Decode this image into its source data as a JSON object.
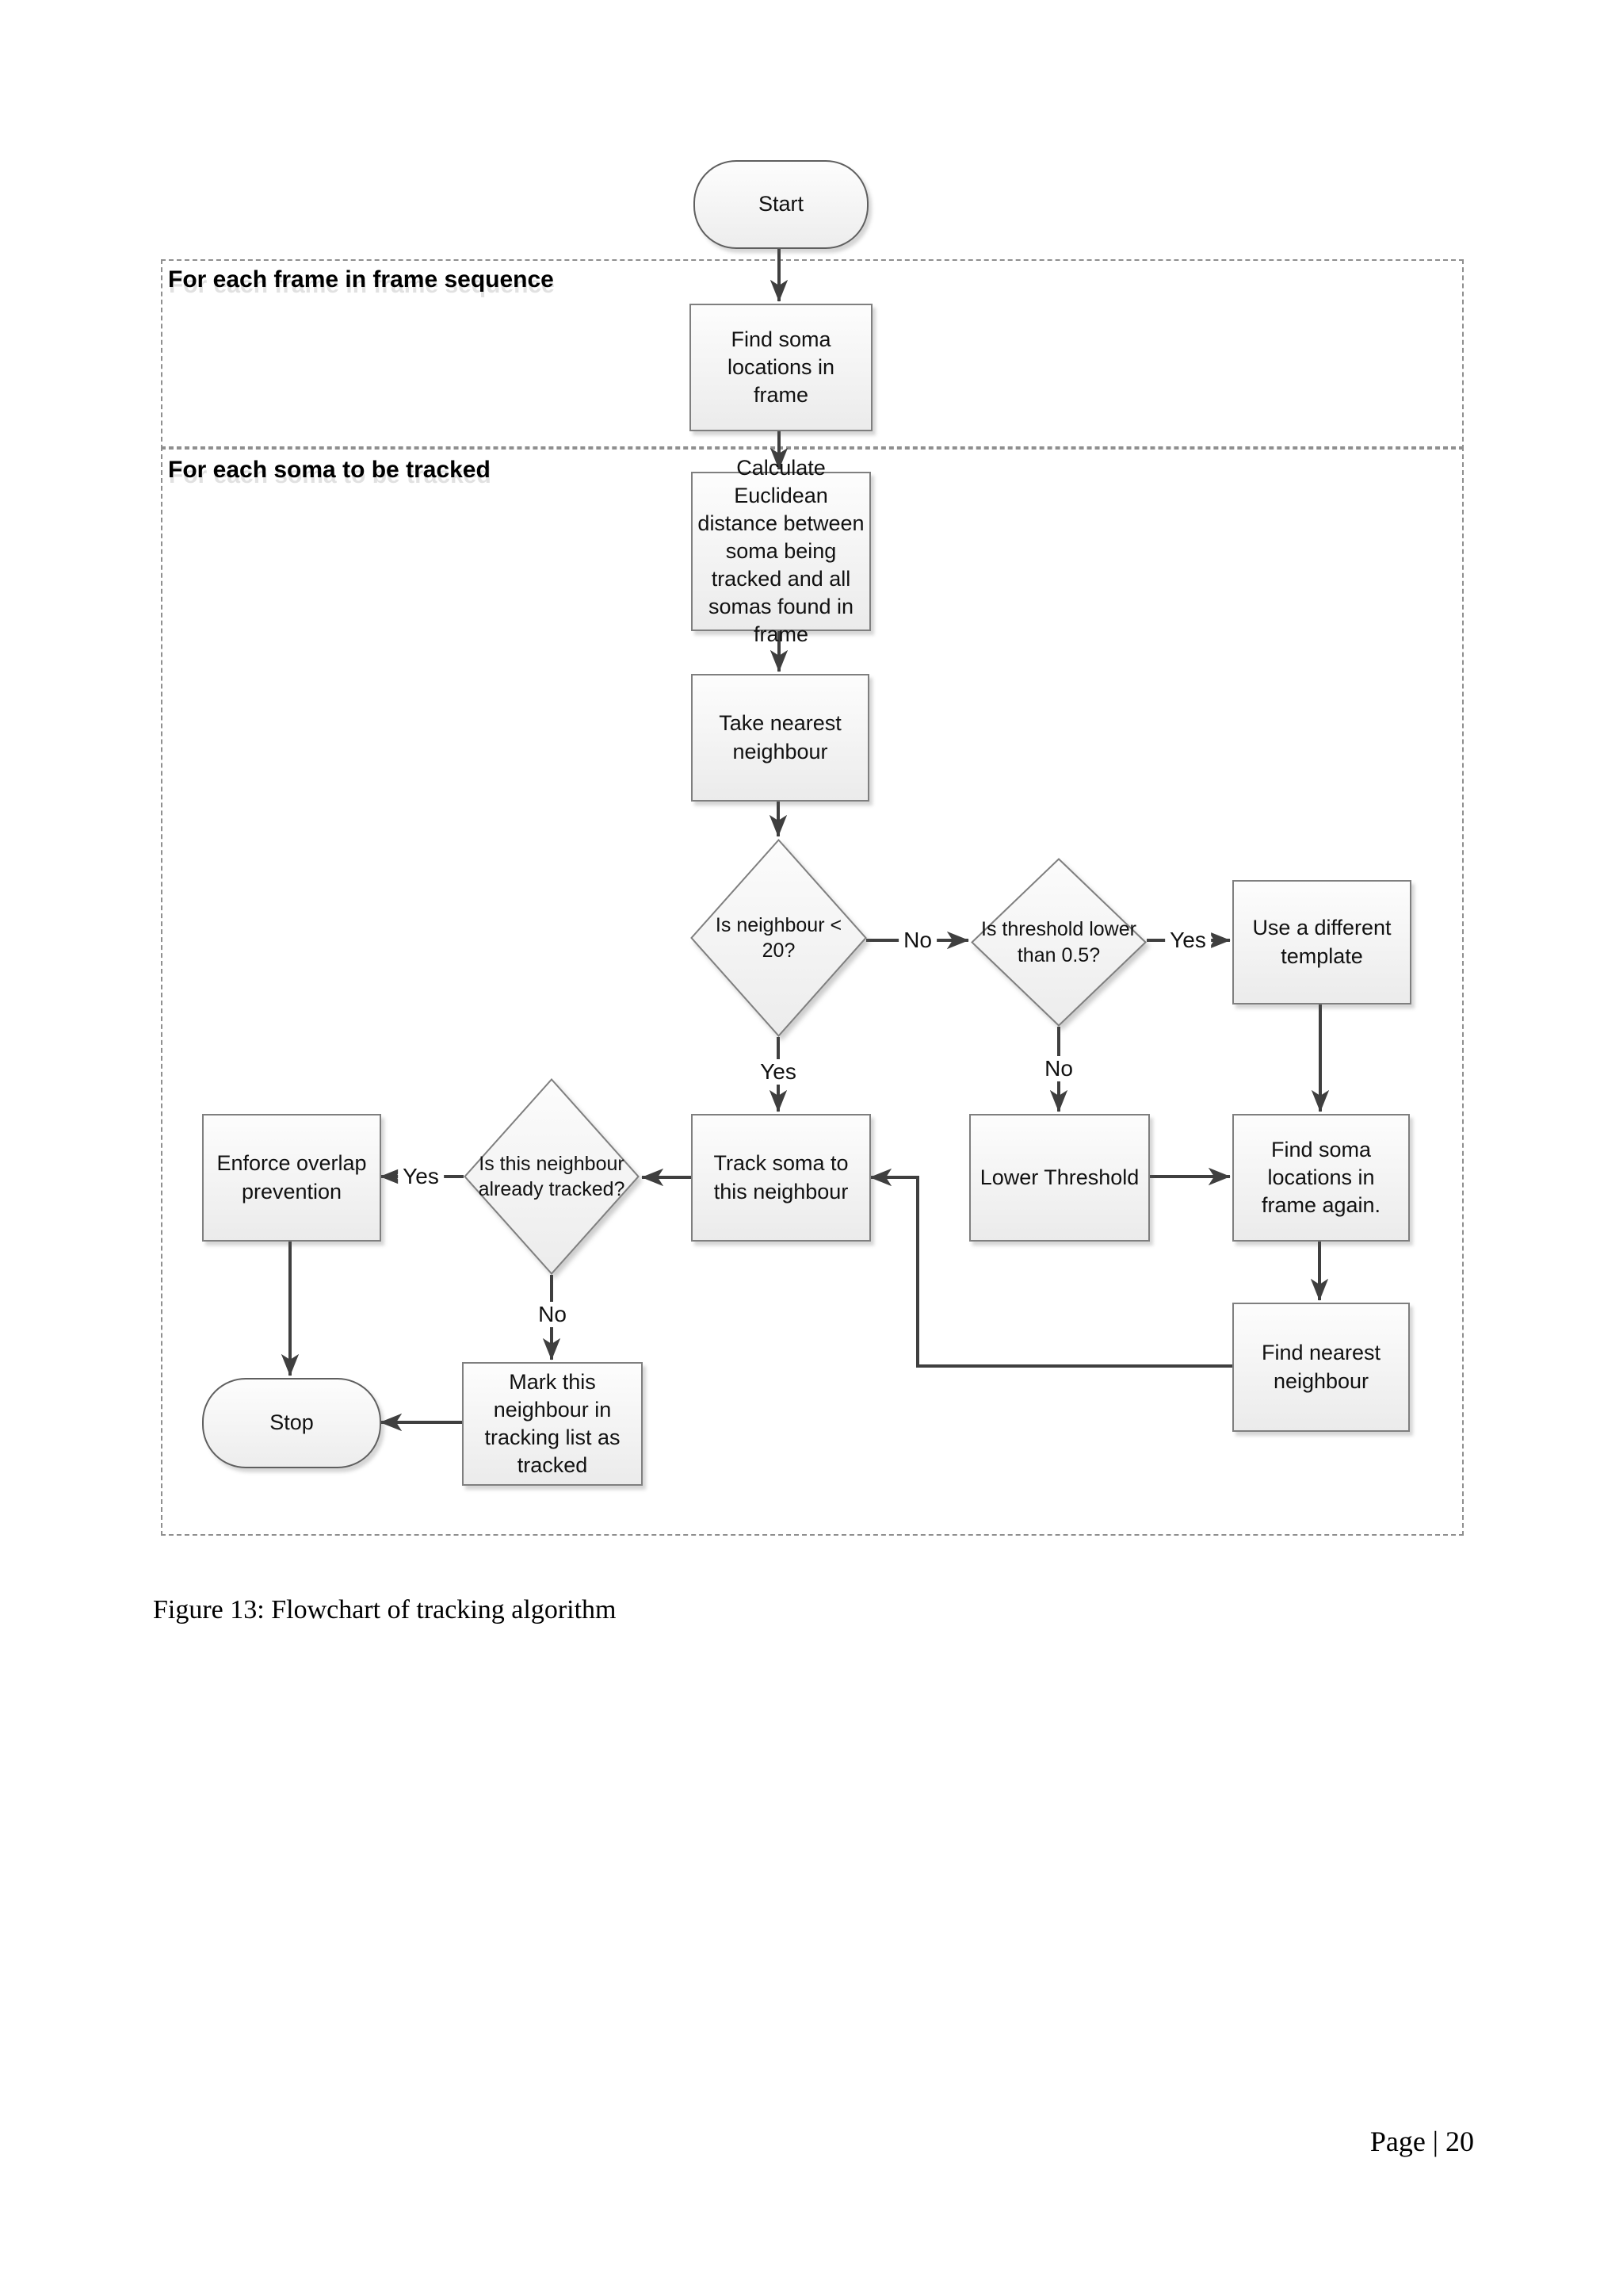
{
  "containers": {
    "frame_loop_label": "For each frame in frame sequence",
    "soma_loop_label": "For each soma to be tracked"
  },
  "nodes": {
    "start": "Start",
    "find_soma": "Find soma locations in frame",
    "calc_distance": "Calculate Euclidean distance between soma being tracked and all somas found in frame",
    "take_nearest": "Take nearest neighbour",
    "is_neighbour": "Is neighbour < 20?",
    "is_threshold": "Is threshold lower than 0.5?",
    "use_template": "Use a different template",
    "enforce_overlap": "Enforce overlap prevention",
    "already_tracked": "Is this neighbour already tracked?",
    "track_soma": "Track soma to this neighbour",
    "lower_threshold": "Lower Threshold",
    "find_again": "Find soma locations in frame again.",
    "find_nearest": "Find nearest neighbour",
    "mark_tracked": "Mark this neighbour in tracking list as tracked",
    "stop": "Stop"
  },
  "edge_labels": {
    "neighbour_no": "No",
    "neighbour_yes": "Yes",
    "threshold_yes": "Yes",
    "threshold_no": "No",
    "tracked_yes": "Yes",
    "tracked_no": "No"
  },
  "caption": "Figure 13: Flowchart of tracking algorithm",
  "page_number": "Page | 20",
  "colors": {
    "connector": "#3f3f3f",
    "node_border": "#7f7f7f",
    "dashed_border": "#8f8f8f",
    "node_fill_top": "#fdfdfd",
    "node_fill_bottom": "#ebebeb"
  }
}
